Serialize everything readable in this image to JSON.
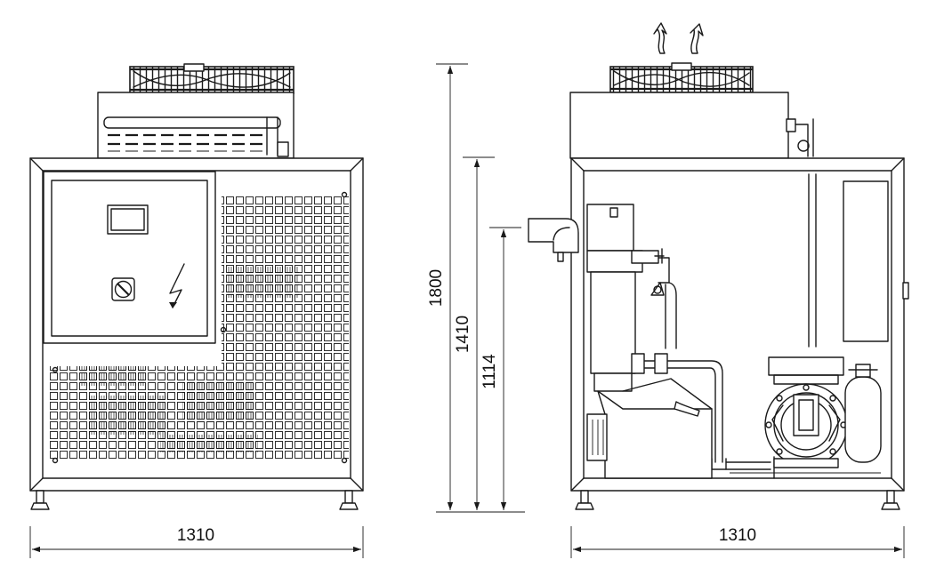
{
  "dimensions": {
    "left_width": "1310",
    "right_width": "1310",
    "total_height": "1800",
    "frame_height": "1410",
    "inner_height": "1114"
  },
  "icons": {
    "airflow": "airflow-arrows-icon",
    "electrical": "lightning-bolt-icon",
    "switch": "main-switch-icon"
  }
}
